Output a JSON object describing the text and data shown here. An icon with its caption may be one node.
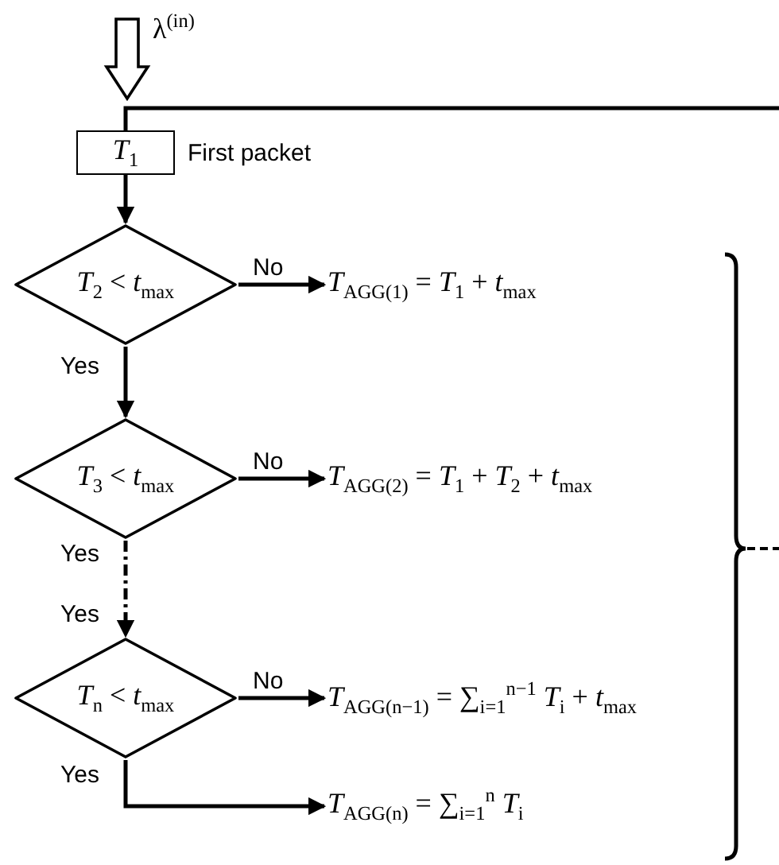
{
  "diagram": {
    "nodes": [
      {
        "text": [
          "*T*$_{1}$"
        ],
        "beside": [
          "First packet"
        ]
      },
      {
        "text": [
          "*T*$_{2}$ < *t*$_{max}$"
        ]
      },
      {
        "text": [
          "*T*$_{AGG(1)}$ = *T*$_{1}$ + *t*$_{max}$"
        ]
      },
      {
        "text": [
          "*T*$_{3}$ < *t*$_{max}$"
        ]
      },
      {
        "text": [
          "*T*$_{AGG(2)}$ = *T*$_{1}$ + *T*$_{2}$ + *t*$_{max}$"
        ]
      },
      {
        "text": [
          "*T*$_{n}$ < *t*$_{max}$"
        ]
      },
      {
        "text": [
          "*T*$_{AGG(n−1)}$ = ∑$_{i=1}$$^{n−1}$ *T*$_{i}$ + *t*$_{max}$"
        ]
      },
      {
        "text": [
          "*T*$_{AGG(n)}$ = ∑$_{i=1}$$^{n}$ *T*$_{i}$"
        ]
      }
    ],
    "edges": [
      {
        "from": null,
        "to": 0,
        "arrow": "to",
        "style": "thick"
      },
      {
        "from": null,
        "to": 0,
        "arrow": "none"
      },
      {
        "from": 0,
        "to": 1,
        "arrow": "to"
      },
      {
        "from": 1,
        "to": 2,
        "arrow": "to",
        "label": "No"
      },
      {
        "from": 1,
        "to": 3,
        "arrow": "to",
        "label": "Yes"
      },
      {
        "from": 3,
        "to": 4,
        "arrow": "to",
        "label": "No"
      },
      {
        "from": 3,
        "to": 5,
        "arrow": "to",
        "label": "Yes",
        "style": "dashed"
      },
      {
        "from": 5,
        "to": 6,
        "arrow": "to",
        "label": "No"
      },
      {
        "from": 5,
        "to": 7,
        "arrow": "to",
        "label": "Yes"
      }
    ],
    "labels": [
      "λ$^{(in)}$",
      "Yes"
    ]
  }
}
